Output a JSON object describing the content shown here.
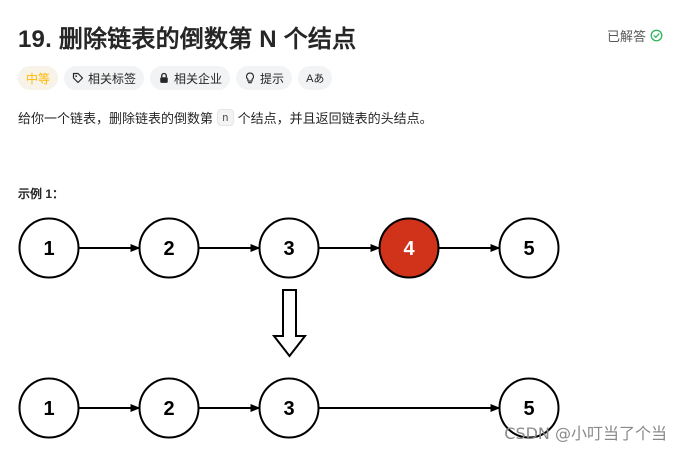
{
  "problem": {
    "title": "19. 删除链表的倒数第 N 个结点",
    "status": "已解答",
    "tags": [
      {
        "label": "中等",
        "icon": ""
      },
      {
        "label": "相关标签",
        "icon": "tag-icon"
      },
      {
        "label": "相关企业",
        "icon": "lock-icon"
      },
      {
        "label": "提示",
        "icon": "lightbulb-icon"
      },
      {
        "label": "Aあ",
        "icon": "translate-icon"
      }
    ],
    "description": {
      "before": "给你一个链表，删除链表的倒数第",
      "code": "n",
      "after": "个结点，并且返回链表的头结点。"
    },
    "example_label": "示例 1："
  },
  "diagram": {
    "before_nodes": [
      "1",
      "2",
      "3",
      "4",
      "5"
    ],
    "highlight_index": 3,
    "after_nodes": [
      "1",
      "2",
      "3",
      "5"
    ]
  },
  "watermark": "CSDN @小叮当了个当",
  "colors": {
    "difficulty": "#ffb800",
    "highlight": "#d1321a",
    "solved_check": "#2db55d"
  }
}
